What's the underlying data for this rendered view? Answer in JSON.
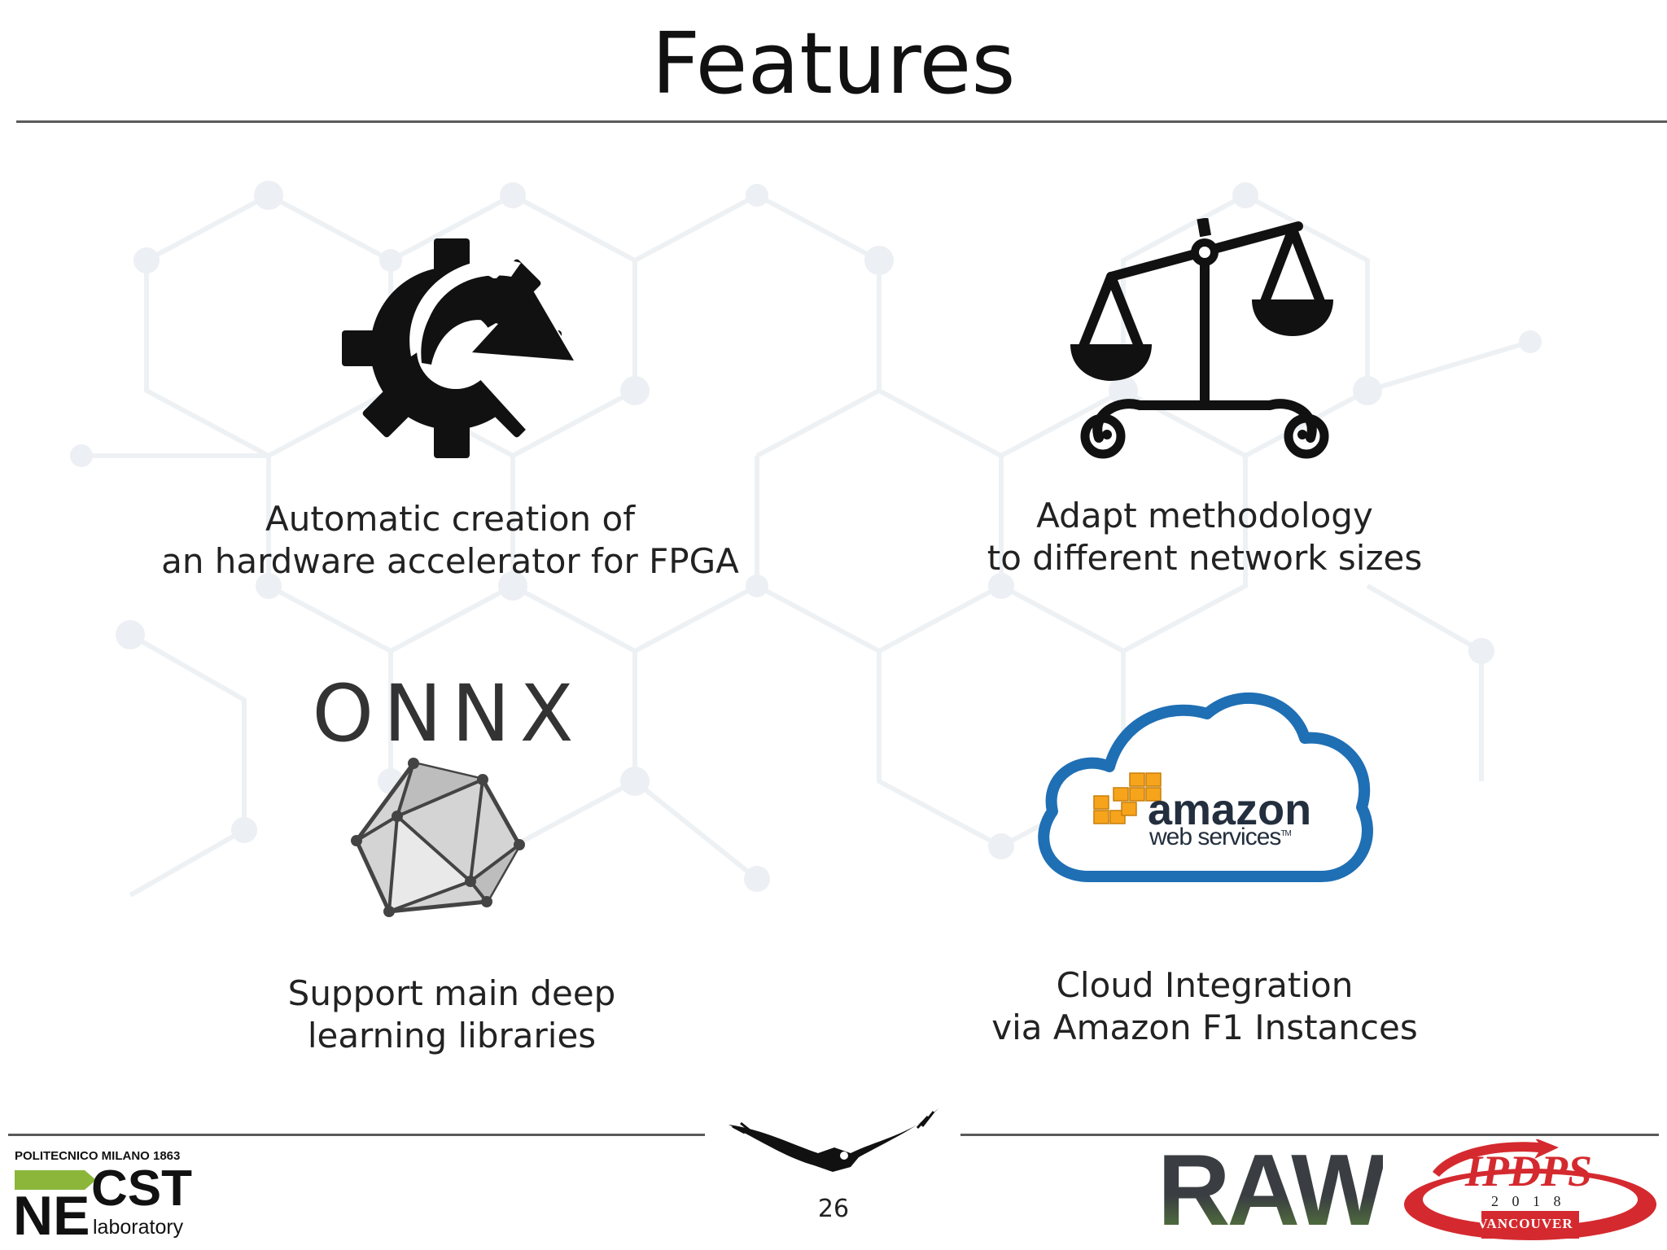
{
  "slide": {
    "title": "Features",
    "page_number": "26"
  },
  "features": [
    {
      "icon": "gear-refresh-icon",
      "lines": [
        "Automatic creation of",
        "an hardware accelerator for FPGA"
      ]
    },
    {
      "icon": "balance-scale-icon",
      "lines": [
        "Adapt methodology",
        "to different network sizes"
      ]
    },
    {
      "icon": "onnx-logo",
      "logo_text": "ONNX",
      "lines": [
        "Support main deep",
        "learning libraries"
      ]
    },
    {
      "icon": "aws-cloud-logo",
      "logo_text": "amazon",
      "logo_subtext": "web services",
      "logo_tm": "TM",
      "lines": [
        "Cloud Integration",
        "via Amazon F1 Instances"
      ]
    }
  ],
  "footer": {
    "polimi": "POLITECNICO MILANO 1863",
    "necst_ne": "NE",
    "necst_cst": "CST",
    "necst_lab": "laboratory",
    "raw": "RAW",
    "ipdps": "IPDPS",
    "ipdps_year": "2 0 1 8",
    "ipdps_city": "VANCOUVER"
  },
  "colors": {
    "aws_blue": "#1f6fb4",
    "aws_orange": "#f7a41d",
    "ipdps_red": "#d42a2f",
    "necst_green": "#8bb63a",
    "raw_dark": "#3a3e42",
    "raw_green": "#5d8a3a"
  }
}
